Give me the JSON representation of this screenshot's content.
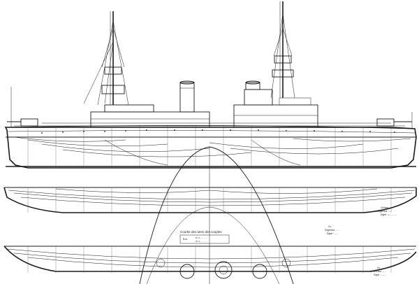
{
  "drawing": {
    "colors": {
      "ink": "#1a1a1a",
      "paper": "#ffffff"
    },
    "legend_box": {
      "title": "Courbe des aires des couples",
      "row_label": "Ech.",
      "entries": [
        "Pl. d.............",
        "Pl. d............."
      ]
    },
    "notes": {
      "note_upper": [
        "Contour ......",
        "l'ingénieur ......",
        "Signé : L. .........."
      ],
      "note_middle": [
        "Vu :",
        "l'ingénieur ......",
        "Signé : ......"
      ],
      "note_lower": [
        "Vu",
        "le Directeur ......",
        "Signé : ........"
      ]
    }
  }
}
